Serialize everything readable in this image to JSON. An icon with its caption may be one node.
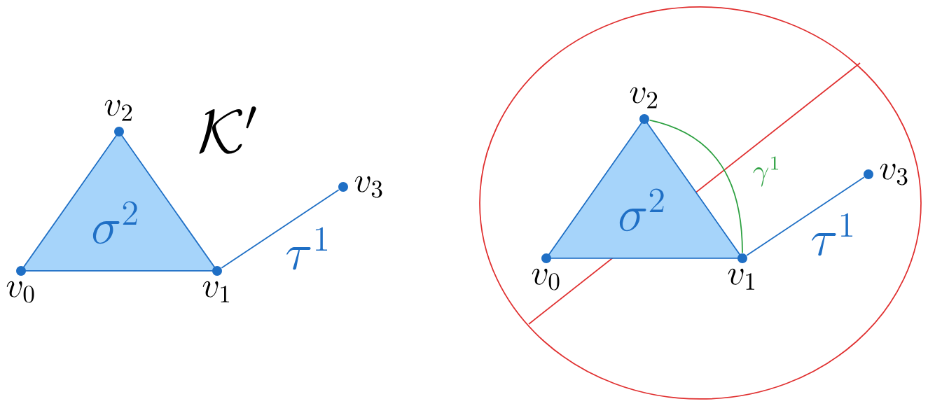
{
  "diagram": {
    "nodes": [
      {
        "text": [
          "v_0"
        ]
      },
      {
        "text": [
          "v_1"
        ]
      },
      {
        "text": [
          "v_2"
        ]
      },
      {
        "text": [
          "v_3"
        ]
      },
      {
        "text": [
          "\\sigma^2"
        ]
      },
      {
        "text": [],
        "shape": "ellipse"
      },
      {
        "text": [
          "v_0"
        ],
        "in": 5
      },
      {
        "text": [
          "v_1"
        ],
        "in": 5
      },
      {
        "text": [
          "v_2"
        ],
        "in": 5
      },
      {
        "text": [
          "v_3"
        ],
        "in": 5
      },
      {
        "text": [
          "\\sigma^2"
        ],
        "in": 5
      }
    ],
    "edges": [
      {
        "from": 1,
        "to": 3,
        "arrow": "none",
        "label": "\\tau^1"
      },
      {
        "from": 8,
        "to": 7,
        "arrow": "none",
        "label": "\\gamma^1",
        "color": "#2ca040"
      },
      {
        "from": 7,
        "to": 9,
        "arrow": "none",
        "label": "\\tau^1"
      }
    ],
    "labels": [
      "\\mathcal{K}'"
    ]
  }
}
